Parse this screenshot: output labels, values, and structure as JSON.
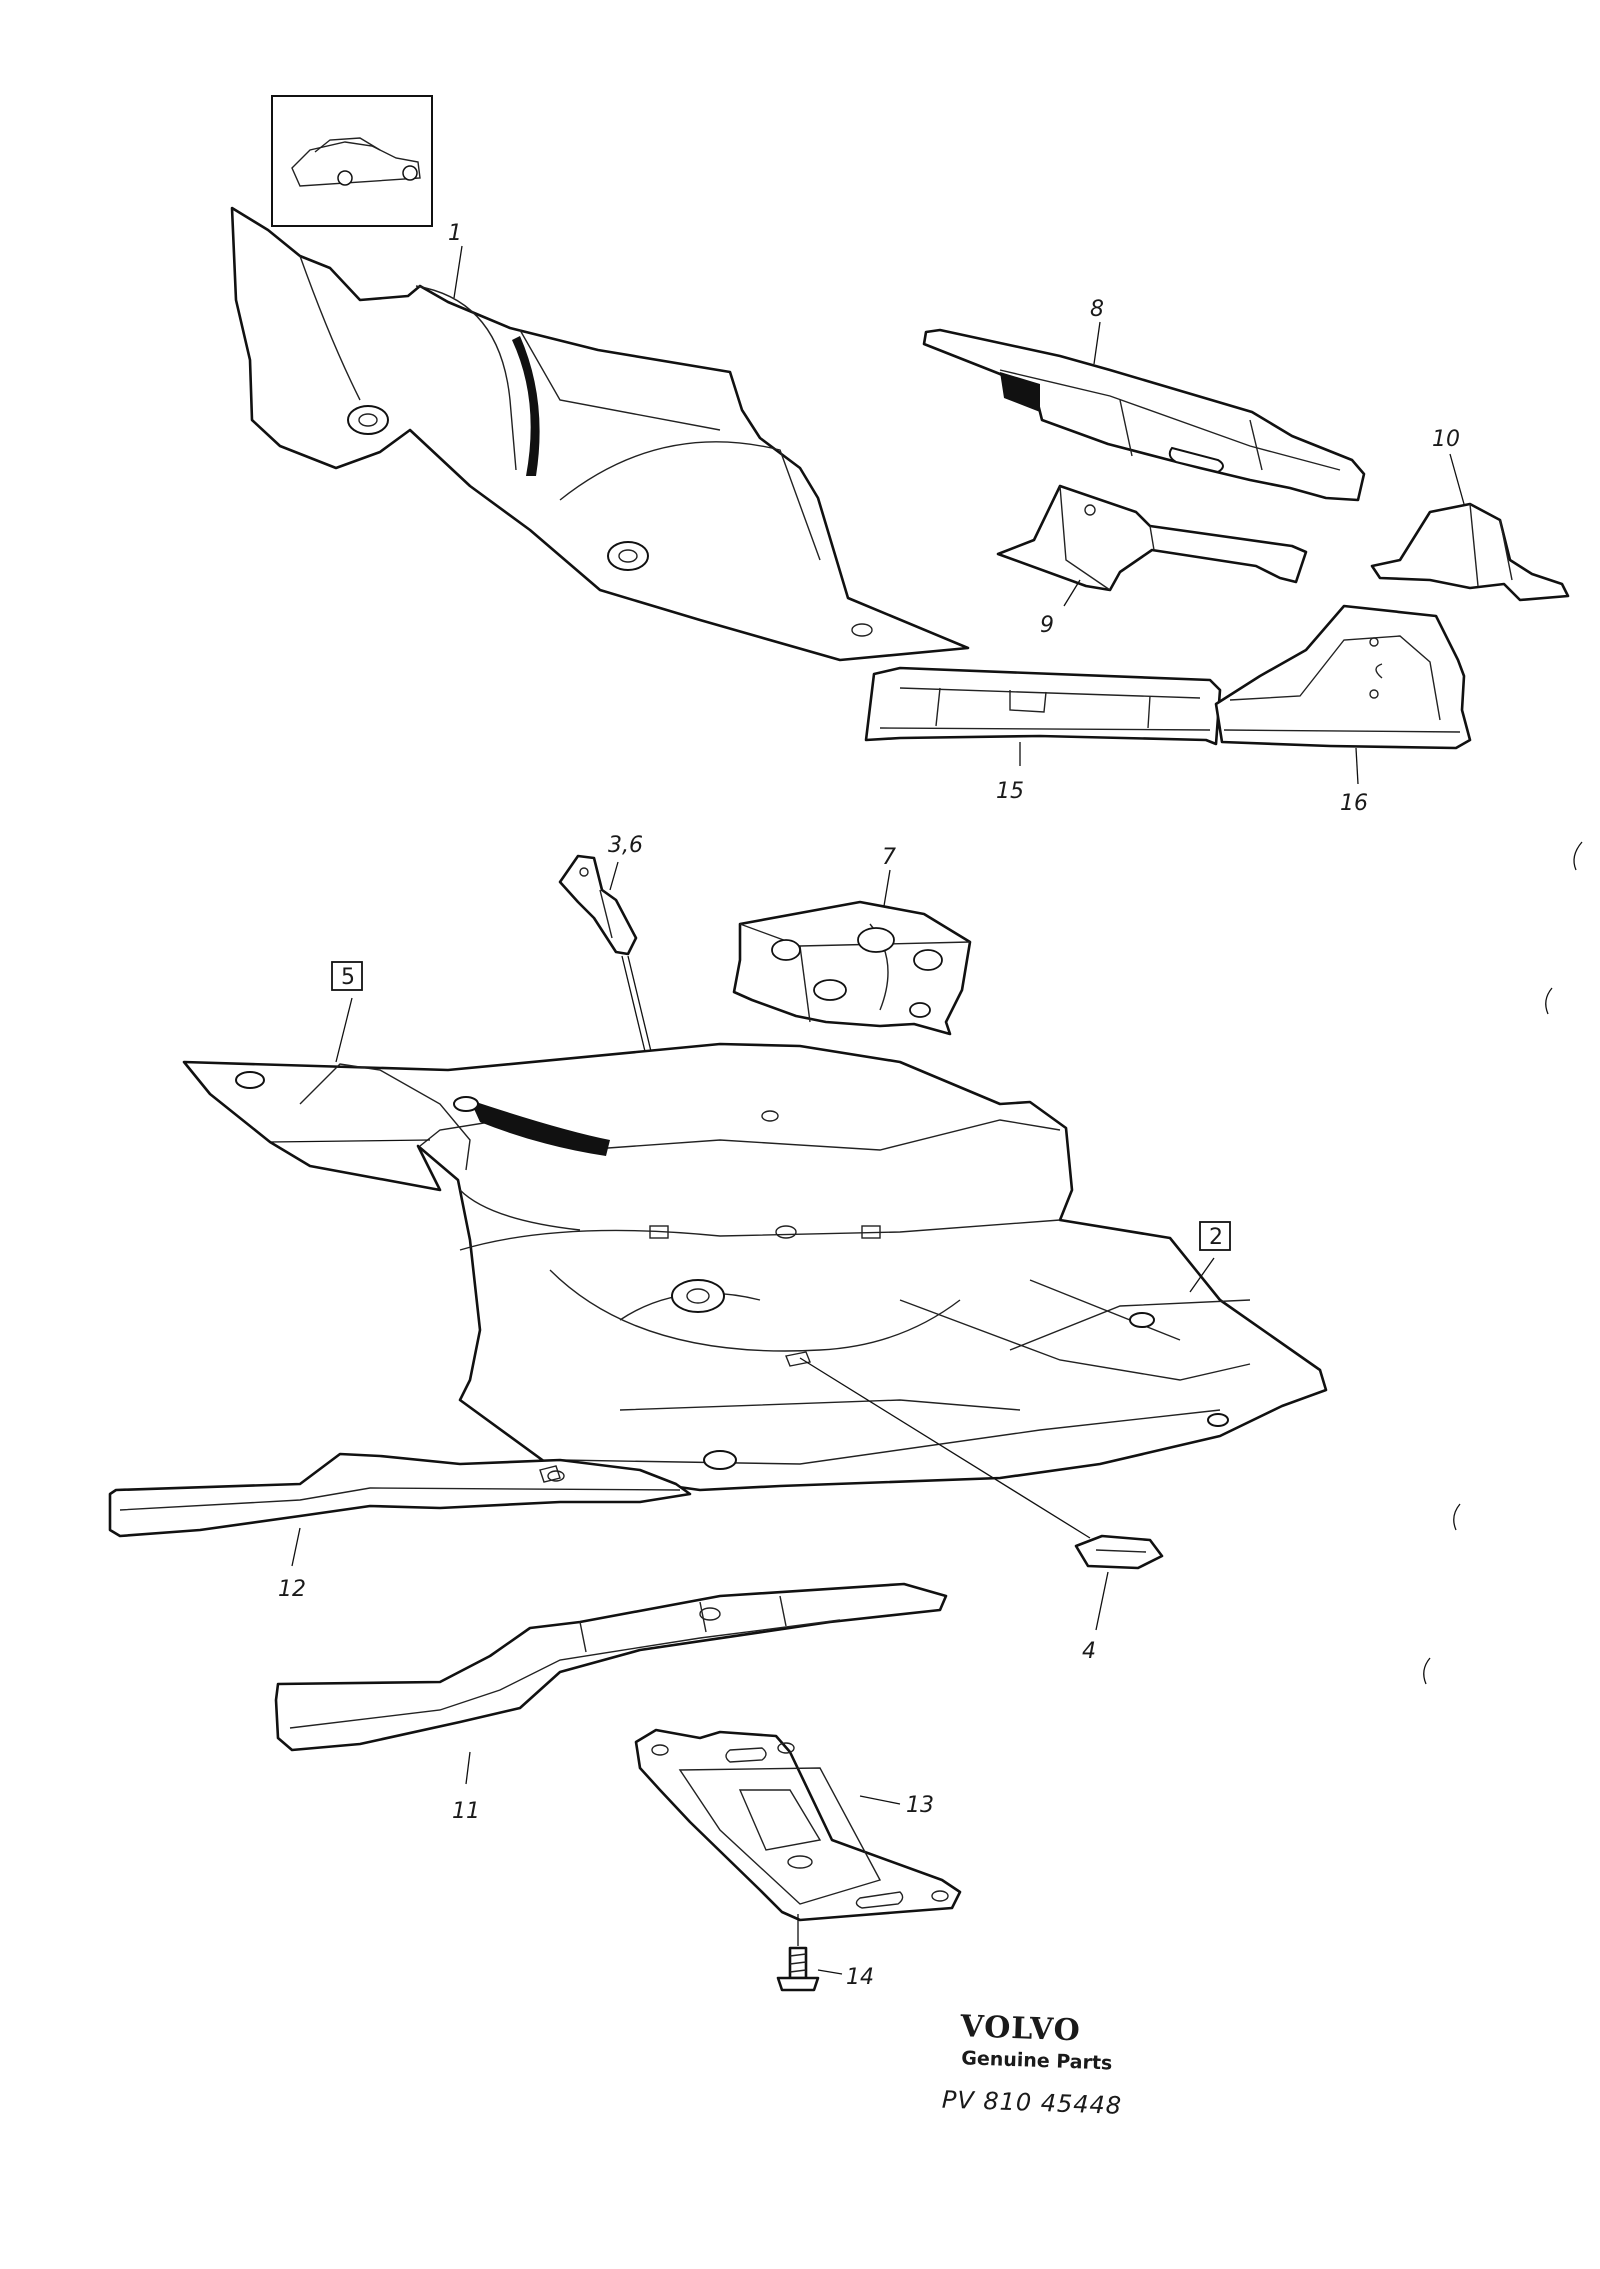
{
  "callouts": {
    "c1": "1",
    "c2": "2",
    "c3": "3,6",
    "c4": "4",
    "c5": "5",
    "c7": "7",
    "c8": "8",
    "c9": "9",
    "c10": "10",
    "c11": "11",
    "c12": "12",
    "c13": "13",
    "c14": "14",
    "c15": "15",
    "c16": "16"
  },
  "brand": {
    "logo": "VOLVO",
    "tagline": "Genuine Parts",
    "code": "PV 810 45448"
  },
  "colors": {
    "ink": "#111111",
    "paper": "#ffffff"
  },
  "icons": [
    "car-thumbnail-icon"
  ]
}
